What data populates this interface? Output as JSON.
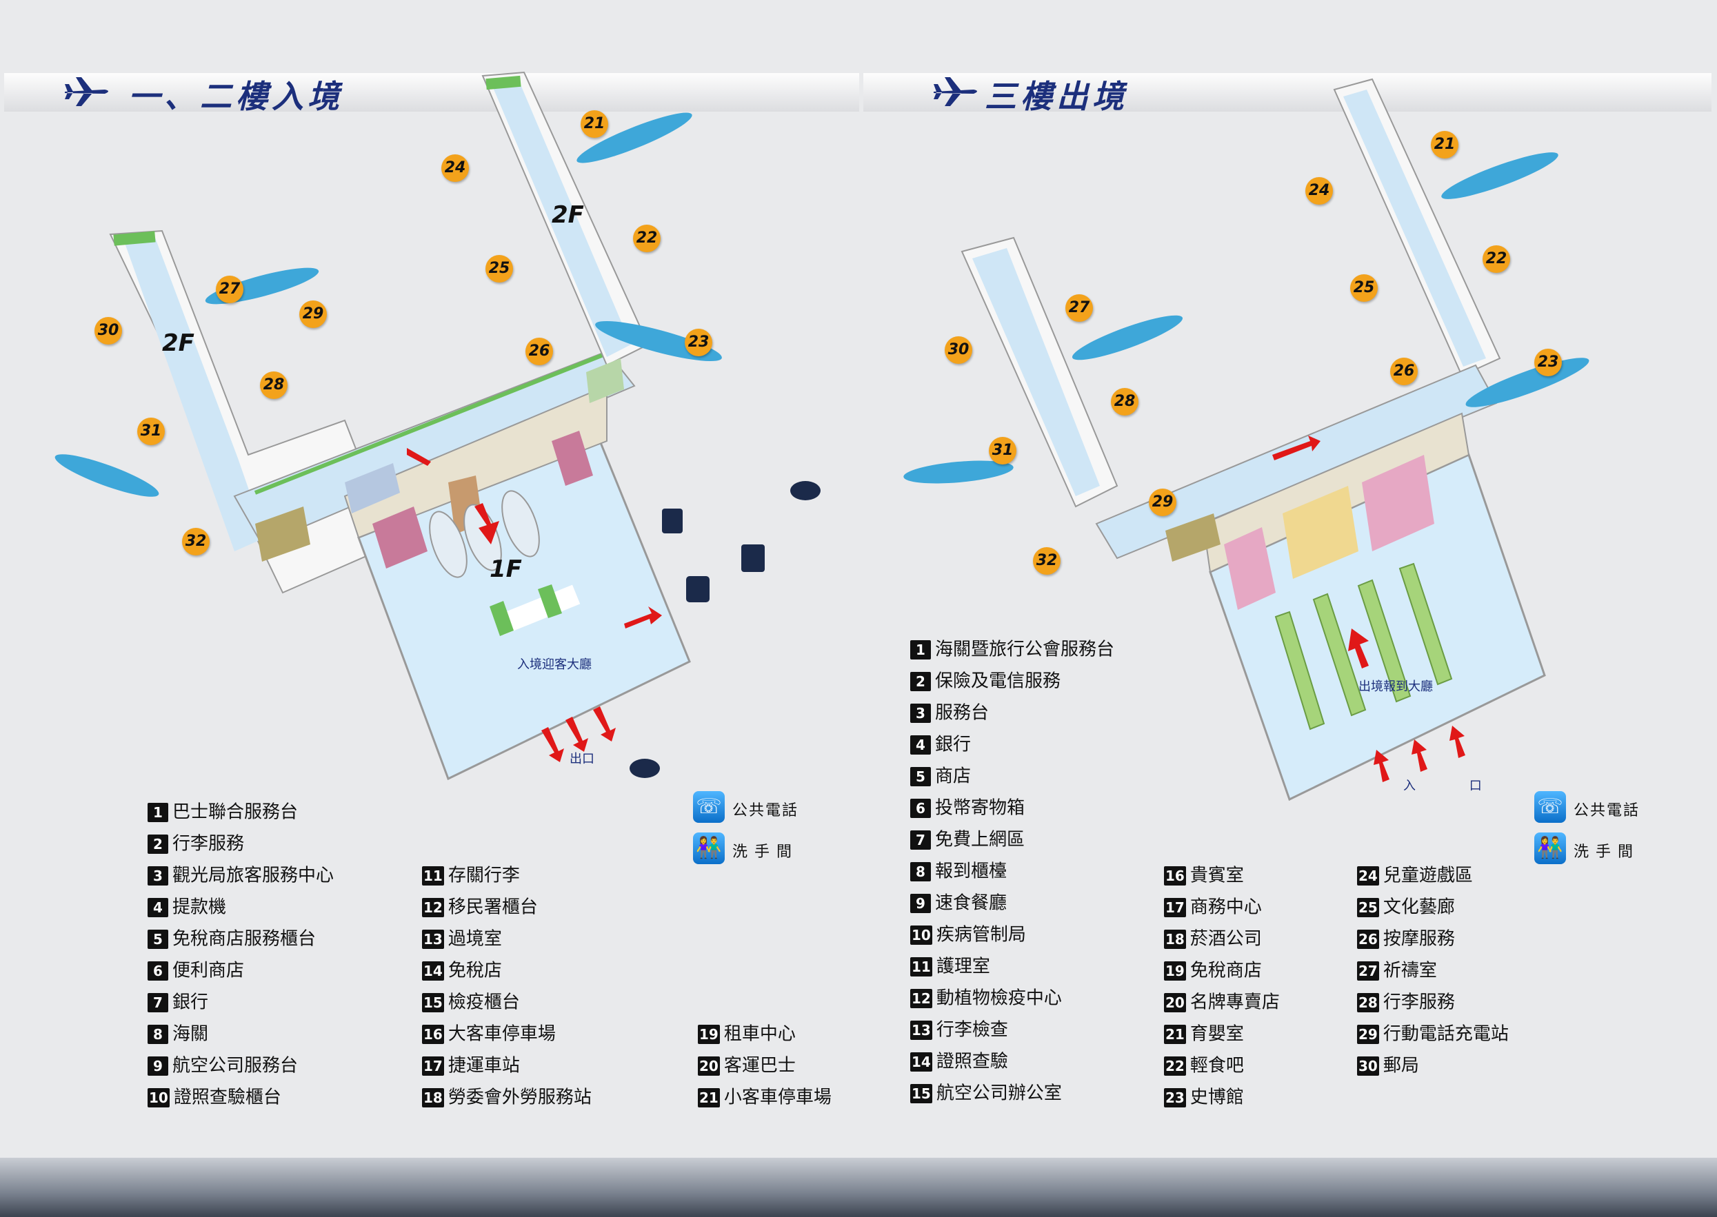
{
  "titles": {
    "left": "一、二樓入境",
    "right": "三樓出境"
  },
  "floor_labels": {
    "f2_a": "2F",
    "f2_b": "2F",
    "f1": "1F"
  },
  "left_map_labels": {
    "arrival_hall": "入境迎客大廳",
    "exit": "出口"
  },
  "right_map_labels": {
    "checkin_hall": "出境報到大廳",
    "entrance": "入 口"
  },
  "gates": [
    "21",
    "22",
    "23",
    "24",
    "25",
    "26",
    "27",
    "28",
    "29",
    "30",
    "31",
    "32"
  ],
  "icon_legend": {
    "phone": "公共電話",
    "restroom": "洗手間"
  },
  "legend_left": {
    "col1": [
      {
        "n": "1",
        "t": "巴士聯合服務台"
      },
      {
        "n": "2",
        "t": "行李服務"
      },
      {
        "n": "3",
        "t": "觀光局旅客服務中心"
      },
      {
        "n": "4",
        "t": "提款機"
      },
      {
        "n": "5",
        "t": "免稅商店服務櫃台"
      },
      {
        "n": "6",
        "t": "便利商店"
      },
      {
        "n": "7",
        "t": "銀行"
      },
      {
        "n": "8",
        "t": "海關"
      },
      {
        "n": "9",
        "t": "航空公司服務台"
      },
      {
        "n": "10",
        "t": "證照查驗櫃台"
      }
    ],
    "col2": [
      {
        "n": "11",
        "t": "存關行李"
      },
      {
        "n": "12",
        "t": "移民署櫃台"
      },
      {
        "n": "13",
        "t": "過境室"
      },
      {
        "n": "14",
        "t": "免稅店"
      },
      {
        "n": "15",
        "t": "檢疫櫃台"
      },
      {
        "n": "16",
        "t": "大客車停車場"
      },
      {
        "n": "17",
        "t": "捷運車站"
      },
      {
        "n": "18",
        "t": "勞委會外勞服務站"
      }
    ],
    "col3": [
      {
        "n": "19",
        "t": "租車中心"
      },
      {
        "n": "20",
        "t": "客運巴士"
      },
      {
        "n": "21",
        "t": "小客車停車場"
      }
    ]
  },
  "legend_right": {
    "col1": [
      {
        "n": "1",
        "t": "海關暨旅行公會服務台"
      },
      {
        "n": "2",
        "t": "保險及電信服務"
      },
      {
        "n": "3",
        "t": "服務台"
      },
      {
        "n": "4",
        "t": "銀行"
      },
      {
        "n": "5",
        "t": "商店"
      },
      {
        "n": "6",
        "t": "投幣寄物箱"
      },
      {
        "n": "7",
        "t": "免費上網區"
      },
      {
        "n": "8",
        "t": "報到櫃檯"
      },
      {
        "n": "9",
        "t": "速食餐廳"
      },
      {
        "n": "10",
        "t": "疾病管制局"
      },
      {
        "n": "11",
        "t": "護理室"
      },
      {
        "n": "12",
        "t": "動植物檢疫中心"
      },
      {
        "n": "13",
        "t": "行李檢查"
      },
      {
        "n": "14",
        "t": "證照查驗"
      },
      {
        "n": "15",
        "t": "航空公司辦公室"
      }
    ],
    "col2": [
      {
        "n": "16",
        "t": "貴賓室"
      },
      {
        "n": "17",
        "t": "商務中心"
      },
      {
        "n": "18",
        "t": "菸酒公司"
      },
      {
        "n": "19",
        "t": "免稅商店"
      },
      {
        "n": "20",
        "t": "名牌專賣店"
      },
      {
        "n": "21",
        "t": "育嬰室"
      },
      {
        "n": "22",
        "t": "輕食吧"
      },
      {
        "n": "23",
        "t": "史博館"
      }
    ],
    "col3": [
      {
        "n": "24",
        "t": "兒童遊戲區"
      },
      {
        "n": "25",
        "t": "文化藝廊"
      },
      {
        "n": "26",
        "t": "按摩服務"
      },
      {
        "n": "27",
        "t": "祈禱室"
      },
      {
        "n": "28",
        "t": "行李服務"
      },
      {
        "n": "29",
        "t": "行動電話充電站"
      },
      {
        "n": "30",
        "t": "郵局"
      }
    ]
  },
  "colors": {
    "corridor": "#cfe6f6",
    "wall": "#f4f4f4",
    "gate_badge": "#f3a21b",
    "title": "#1c2f7c",
    "arrow": "#e01818",
    "green": "#7fc56b"
  }
}
